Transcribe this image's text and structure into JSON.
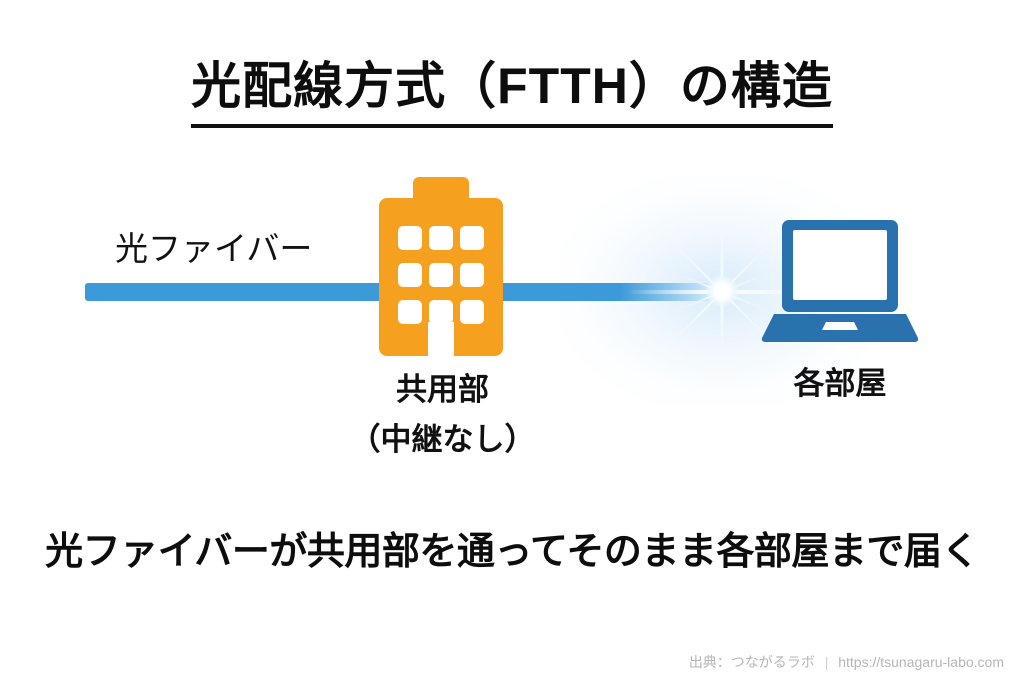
{
  "page": {
    "title": "光配線方式（FTTH）の構造",
    "background_color": "#ffffff"
  },
  "diagram": {
    "type": "network-topology",
    "fiber_label": "光ファイバー",
    "nodes": [
      {
        "id": "building",
        "icon": "building-icon",
        "color": "#f5a01e",
        "label_line1": "共用部",
        "label_line2": "（中継なし）"
      },
      {
        "id": "room",
        "icon": "laptop-icon",
        "color": "#2a72ae",
        "label": "各部屋"
      }
    ],
    "link": {
      "name": "optical-fiber-line",
      "color": "#3d9ad8",
      "effect": "sparkle-glow"
    }
  },
  "caption": "光ファイバーが共用部を通ってそのまま各部屋まで届く",
  "footer": {
    "source": "出典：つながるラボ",
    "separator": "|",
    "url": "https://tsunagaru-labo.com"
  }
}
